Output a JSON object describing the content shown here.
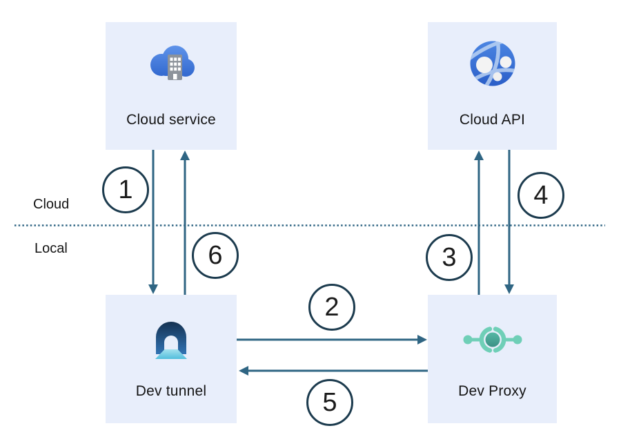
{
  "diagram": {
    "zones": {
      "cloud_label": "Cloud",
      "local_label": "Local"
    },
    "nodes": [
      {
        "id": "cloud-service",
        "label": "Cloud service",
        "icon": "cloud-building-icon",
        "zone": "cloud"
      },
      {
        "id": "cloud-api",
        "label": "Cloud API",
        "icon": "api-globe-icon",
        "zone": "cloud"
      },
      {
        "id": "dev-tunnel",
        "label": "Dev tunnel",
        "icon": "tunnel-icon",
        "zone": "local"
      },
      {
        "id": "dev-proxy",
        "label": "Dev Proxy",
        "icon": "proxy-target-icon",
        "zone": "local"
      }
    ],
    "steps": [
      "1",
      "2",
      "3",
      "4",
      "5",
      "6"
    ],
    "flows": [
      {
        "step": "1",
        "from": "cloud-service",
        "to": "dev-tunnel"
      },
      {
        "step": "2",
        "from": "dev-tunnel",
        "to": "dev-proxy"
      },
      {
        "step": "3",
        "from": "dev-proxy",
        "to": "cloud-api"
      },
      {
        "step": "4",
        "from": "cloud-api",
        "to": "dev-proxy"
      },
      {
        "step": "5",
        "from": "dev-proxy",
        "to": "dev-tunnel"
      },
      {
        "step": "6",
        "from": "dev-tunnel",
        "to": "cloud-service"
      }
    ],
    "colors": {
      "node_fill": "#e8eefb",
      "arrow": "#2f6583",
      "divider_dotted": "#2f6583",
      "step_circle_border": "#1c3b4e",
      "text": "#1a1a1a",
      "cloud_icon_blue": "#3b6fd4",
      "building_gray": "#8d939b",
      "api_sphere_blue": "#3a72d2",
      "tunnel_navy": "#173c63",
      "tunnel_floor_cyan": "#57c4de",
      "proxy_teal": "#6fcfb7",
      "proxy_core_teal": "#3e9488"
    }
  }
}
